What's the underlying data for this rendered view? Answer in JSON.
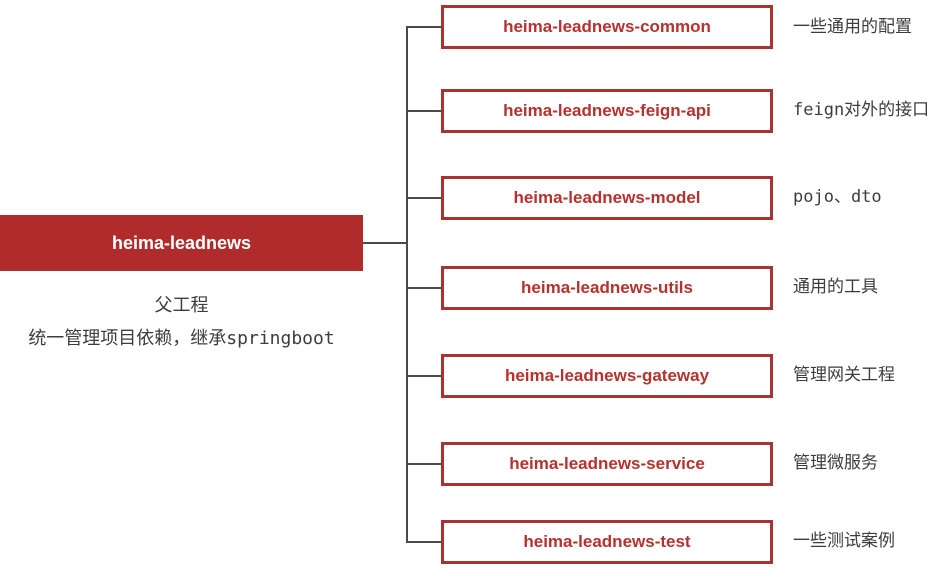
{
  "diagram": {
    "root": {
      "label": "heima-leadnews",
      "caption_line1": "父工程",
      "caption_line2": "统一管理项目依赖，继承springboot"
    },
    "children": [
      {
        "label": "heima-leadnews-common",
        "note": "一些通用的配置"
      },
      {
        "label": "heima-leadnews-feign-api",
        "note": "feign对外的接口"
      },
      {
        "label": "heima-leadnews-model",
        "note": "pojo、dto"
      },
      {
        "label": "heima-leadnews-utils",
        "note": "通用的工具"
      },
      {
        "label": "heima-leadnews-gateway",
        "note": "管理网关工程"
      },
      {
        "label": "heima-leadnews-service",
        "note": "管理微服务"
      },
      {
        "label": "heima-leadnews-test",
        "note": "一些测试案例"
      }
    ],
    "colors": {
      "node_fill": "#b02b2c",
      "node_border": "#a83431",
      "node_text": "#b5322e",
      "connector": "#4a4a4a",
      "note_text": "#3d3d3d"
    }
  }
}
